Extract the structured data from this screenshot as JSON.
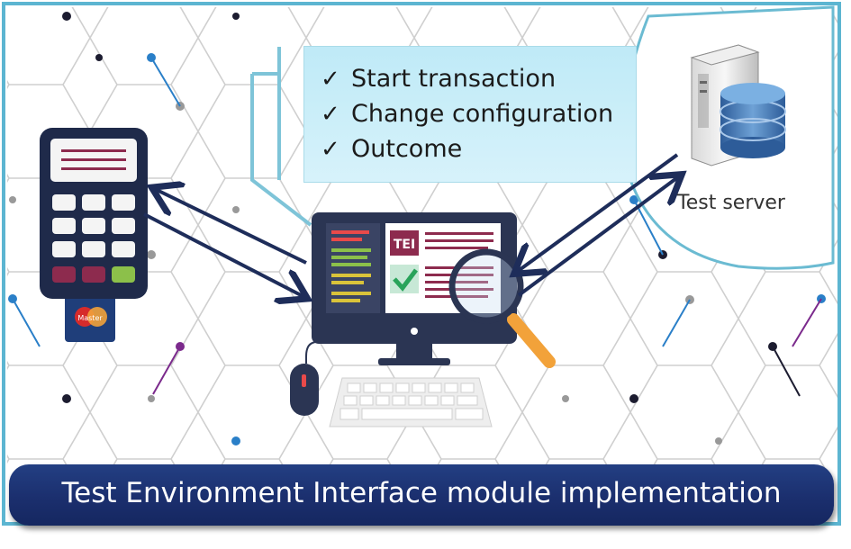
{
  "callout": {
    "items": [
      "Start transaction",
      "Change configuration",
      "Outcome"
    ],
    "check_glyph": "✓"
  },
  "server": {
    "label": "Test server"
  },
  "monitor": {
    "badge": "TEI"
  },
  "card": {
    "brand": "Master"
  },
  "banner": {
    "title": "Test Environment Interface module implementation"
  },
  "colors": {
    "frame": "#5cb5d1",
    "arrow": "#1e2d5a",
    "banner": "#1b2f6e",
    "callout": "#c9edf8",
    "node_blue": "#2a7fc8",
    "node_purple": "#7b2a8c",
    "node_dark": "#1c1c30"
  },
  "icons": [
    "payment-terminal-icon",
    "credit-card-icon",
    "computer-monitor-icon",
    "magnifier-icon",
    "mouse-icon",
    "keyboard-icon",
    "server-icon",
    "database-icon",
    "checkmark-icon"
  ]
}
